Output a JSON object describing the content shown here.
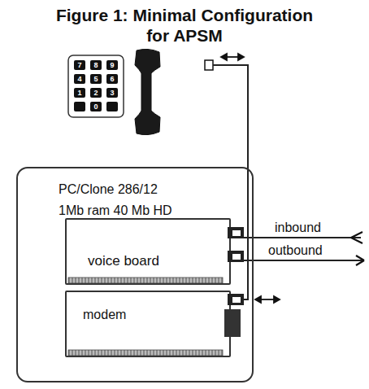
{
  "diagram": {
    "title": "Figure 1: Minimal Configuration for APSM",
    "nodes": [
      {
        "text": [
          "PC/Clone 286/12",
          "1Mb ram 40 Mb HD"
        ]
      },
      {
        "text": [
          "voice board"
        ],
        "in": 0
      },
      {
        "text": [
          "modem"
        ],
        "in": 0
      }
    ],
    "labels": [
      "7",
      "8",
      "9",
      "4",
      "5",
      "6",
      "1",
      "2",
      "3",
      "0",
      "inbound",
      "outbound"
    ]
  }
}
